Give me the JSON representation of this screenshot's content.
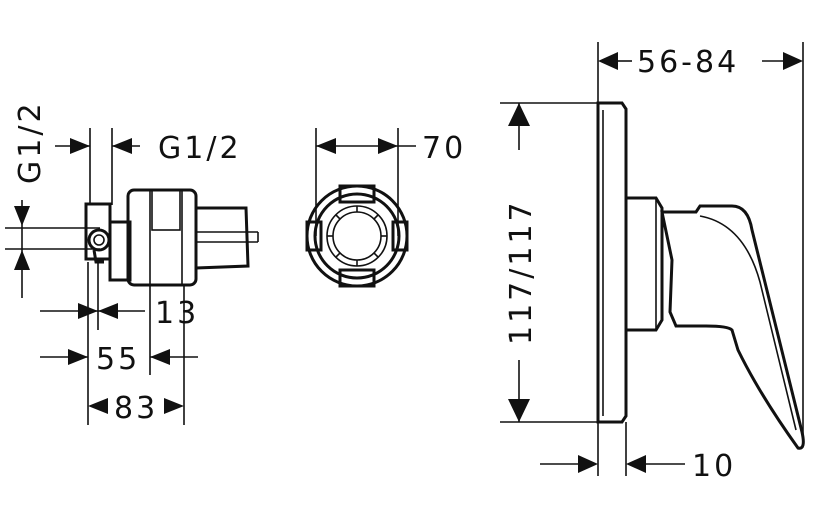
{
  "labels": {
    "g12_vertical": "G1/2",
    "g12_horizontal": "G1/2",
    "d13": "13",
    "d55": "55",
    "d83": "83",
    "d70": "70",
    "d5684": "56-84",
    "d117": "117/117",
    "d10": "10"
  },
  "colors": {
    "ink": "#111111",
    "background": "#ffffff"
  }
}
